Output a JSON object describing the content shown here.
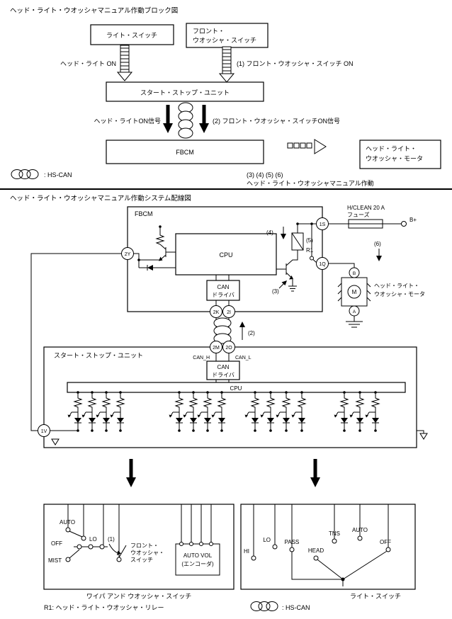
{
  "block_diagram": {
    "title": "ヘッド・ライト・ウオッシャマニュアル作動ブロック図",
    "light_switch": "ライト・スイッチ",
    "front_washer_1": "フロント・",
    "front_washer_2": "ウオッシャ・スイッチ",
    "head_light_on": "ヘッド・ライト ON",
    "washer_on": "(1) フロント・ウオッシャ・スイッチ ON",
    "start_stop_unit": "スタート・ストップ・ユニット",
    "hl_signal": "ヘッド・ライトON信号",
    "washer_signal": "(2) フロント・ウオッシャ・スイッチON信号",
    "fbcm": "FBCM",
    "motor_1": "ヘッド・ライト・",
    "motor_2": "ウオッシャ・モータ",
    "steps": "(3) (4) (5) (6)",
    "manual": "ヘッド・ライト・ウオッシャマニュアル作動",
    "hs_can": ": HS-CAN"
  },
  "wiring_diagram": {
    "title": "ヘッド・ライト・ウオッシャマニュアル作動システム配線図",
    "fbcm": {
      "label": "FBCM",
      "cpu": "CPU",
      "can_driver_1": "CAN",
      "can_driver_2": "ドライバ",
      "relay": "R1"
    },
    "connectors": {
      "c2y": "2Y",
      "c1s": "1S",
      "c1q": "1Q",
      "c2k": "2K",
      "c2i": "2I",
      "c2m": "2M",
      "c2o": "2O",
      "c1v": "1V"
    },
    "fuse_1": "H/CLEAN 20 A",
    "fuse_2": "フューズ",
    "battery": "B+",
    "motor": {
      "b": "B",
      "m": "M",
      "a": "A",
      "label_1": "ヘッド・ライト・",
      "label_2": "ウオッシャ・モータ"
    },
    "refs": {
      "n2": "(2)",
      "n3": "(3)",
      "n4": "(4)",
      "n5": "(5)",
      "n6": "(6)"
    },
    "unit": {
      "label": "スタート・ストップ・ユニット",
      "can_h": "CAN_H",
      "can_l": "CAN_L",
      "can_driver_1": "CAN",
      "can_driver_2": "ドライバ",
      "cpu": "CPU"
    },
    "wiper": {
      "auto": "AUTO",
      "off": "OFF",
      "mist": "MIST",
      "lo": "LO",
      "n1": "(1)",
      "fw_1": "フロント・",
      "fw_2": "ウオッシャ・",
      "fw_3": "スイッチ",
      "vol_1": "AUTO VOL",
      "vol_2": "(エンコーダ)",
      "caption": "ワイパ アンド ウオッシャ・スイッチ"
    },
    "light": {
      "hi": "HI",
      "lo": "LO",
      "pass": "PASS",
      "head": "HEAD",
      "tns": "TNS",
      "auto": "AUTO",
      "off": "OFF",
      "caption": "ライト・スイッチ"
    },
    "footnote": "R1: ヘッド・ライト・ウオッシャ・リレー",
    "hs_can": ": HS-CAN"
  }
}
